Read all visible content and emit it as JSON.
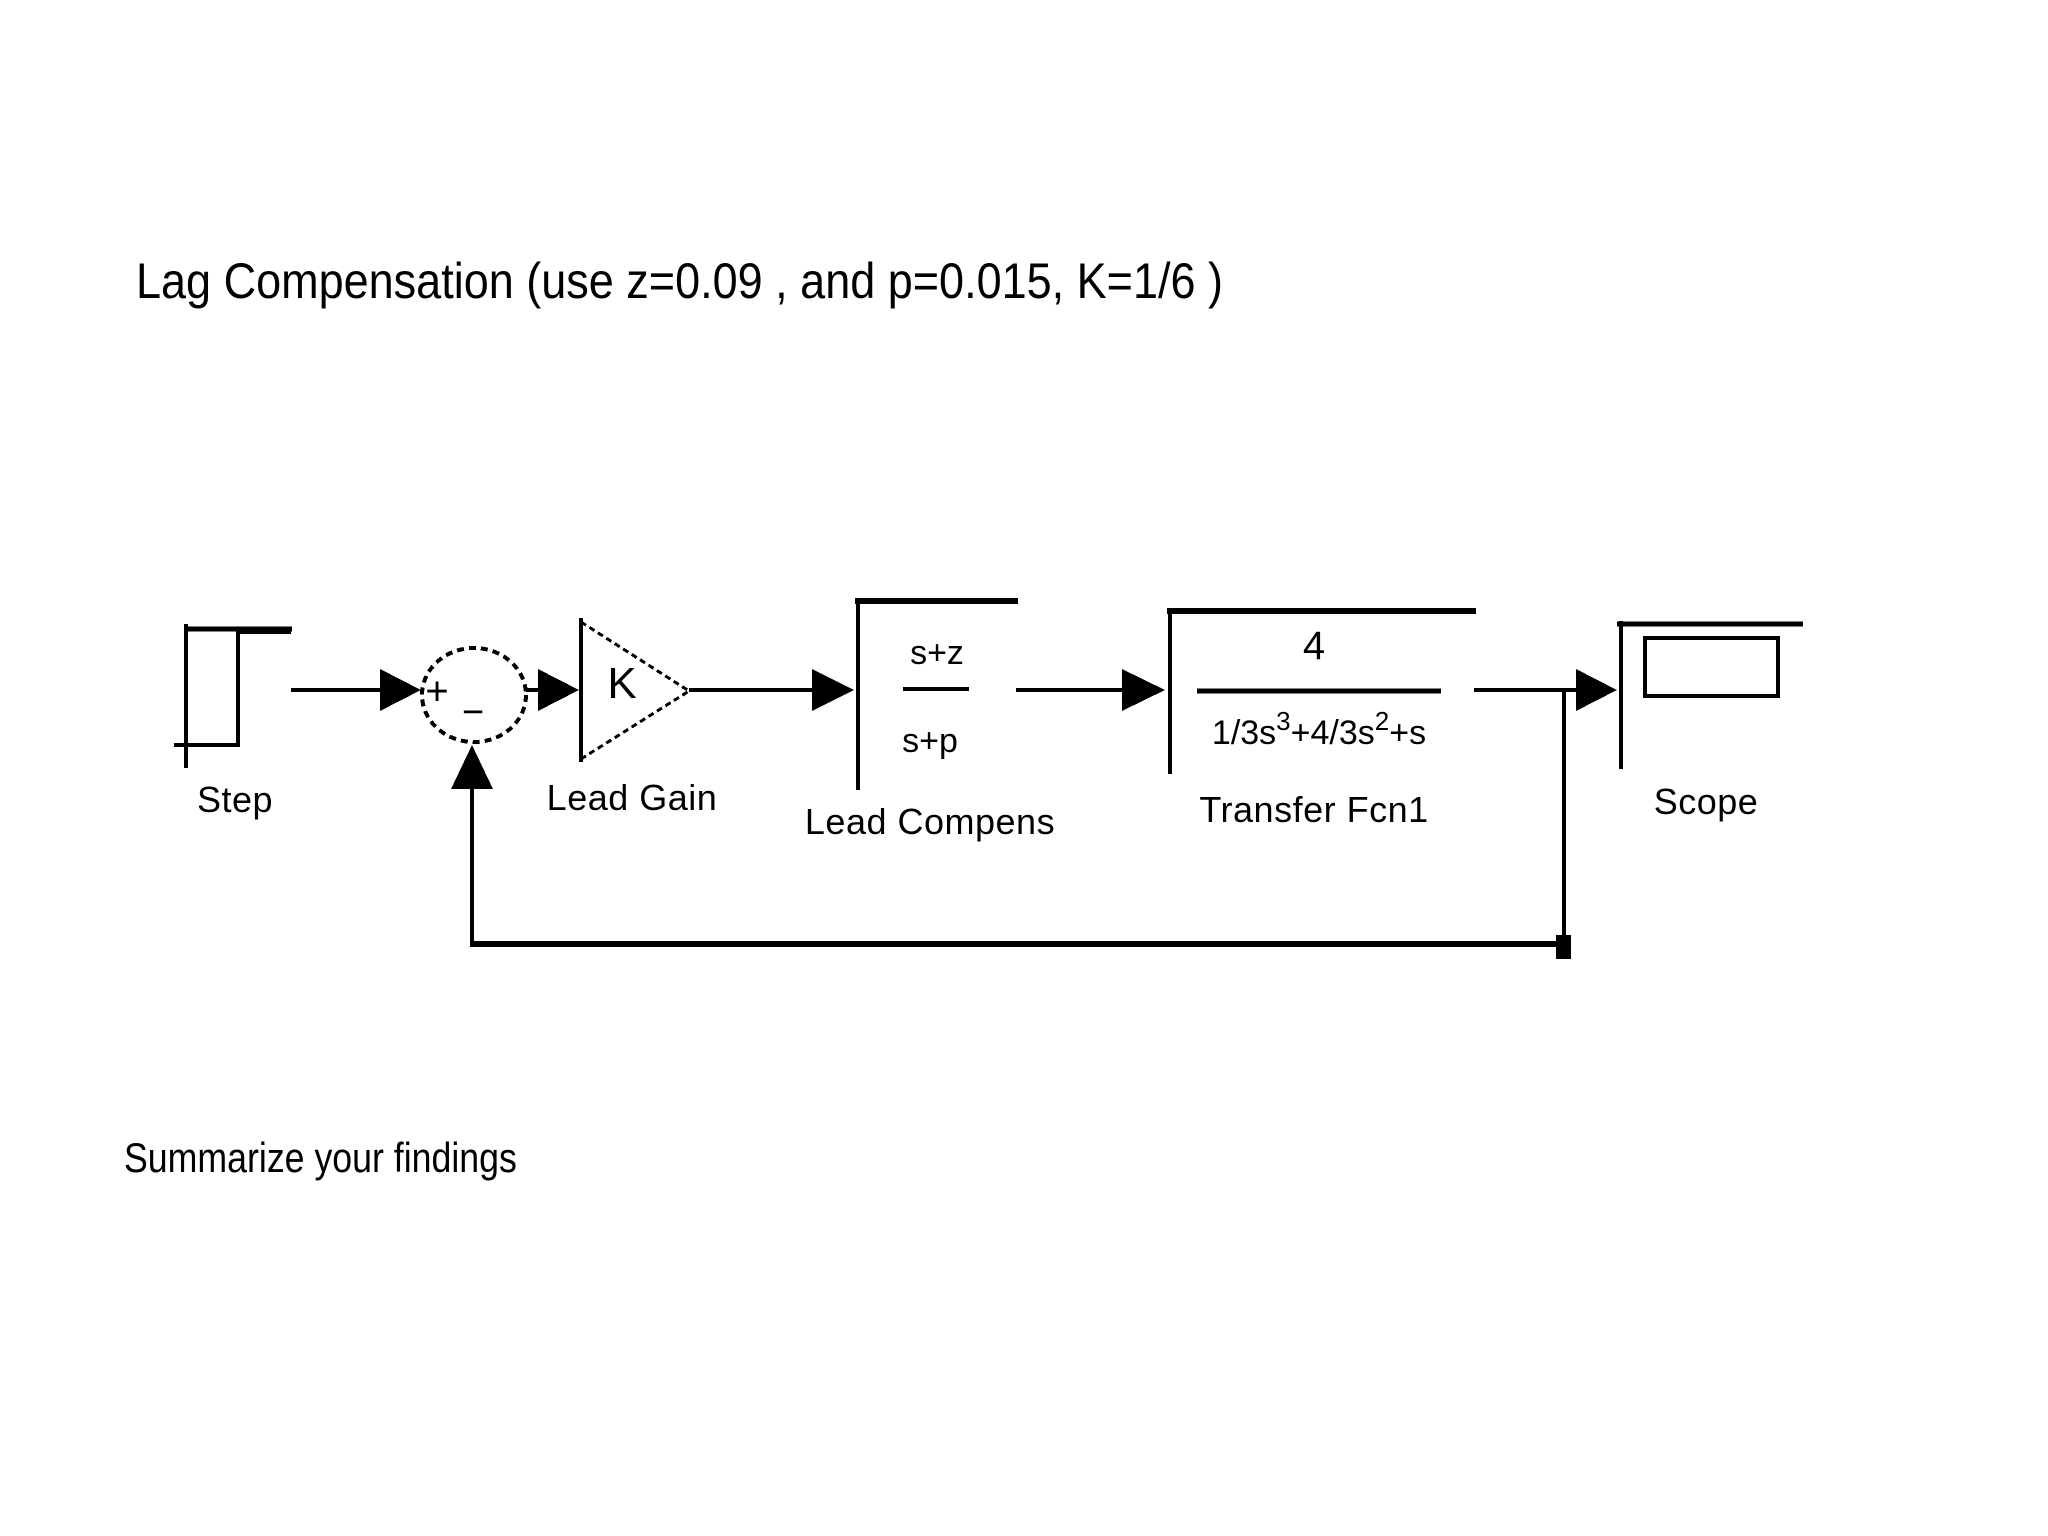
{
  "page": {
    "background_color": "#ffffff",
    "ink_color": "#000000"
  },
  "title": "Lag Compensation (use z=0.09 , and p=0.015, K=1/6 )",
  "footer_note": "Summarize your findings",
  "diagram": {
    "kind": "simulink-block-diagram",
    "blocks": {
      "step": {
        "label": "Step"
      },
      "sum": {
        "plus": "+",
        "minus": "−"
      },
      "lead_gain": {
        "symbol": "K",
        "label": "Lead Gain"
      },
      "lead_compens": {
        "numerator": "s+z",
        "denominator": "s+p",
        "label": "Lead Compens"
      },
      "transfer_fcn": {
        "numerator": "4",
        "den_p1": "1/3s",
        "den_sup1": "3",
        "den_p2": "+4/3s",
        "den_sup2": "2",
        "den_p3": "+s",
        "label": "Transfer Fcn1"
      },
      "scope": {
        "label": "Scope"
      }
    }
  }
}
